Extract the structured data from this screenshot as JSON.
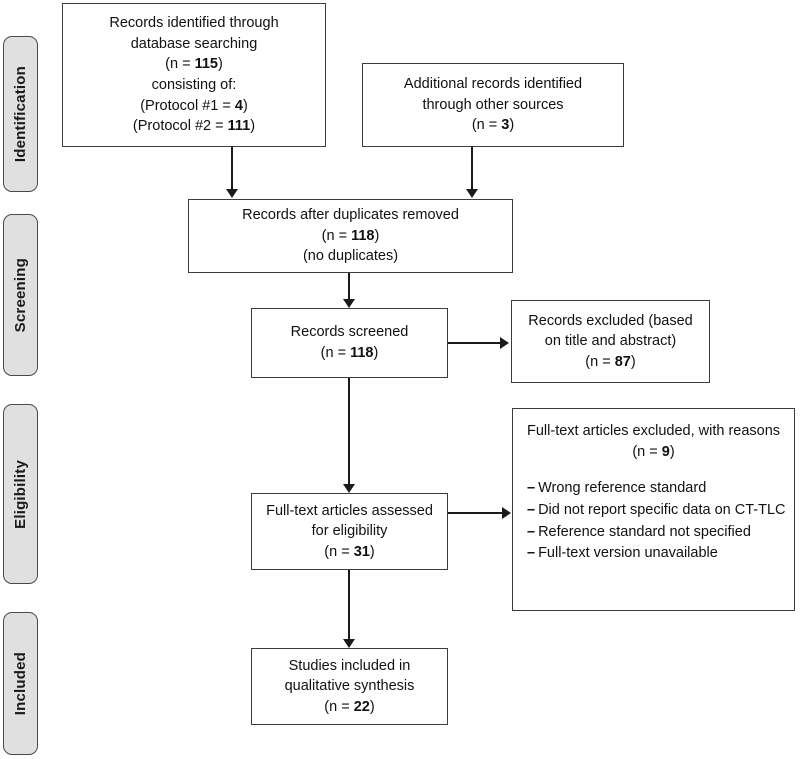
{
  "diagram": {
    "type": "prisma-flow-diagram",
    "stages": [
      {
        "id": "identification",
        "label": "Identification"
      },
      {
        "id": "screening",
        "label": "Screening"
      },
      {
        "id": "eligibility",
        "label": "Eligibility"
      },
      {
        "id": "included",
        "label": "Included"
      }
    ],
    "boxes": {
      "records_identified": {
        "lines": [
          "Records identified through",
          "database searching",
          "(n =  115)",
          "consisting of:",
          "(Protocol #1 =  4)",
          "(Protocol #2 =  111)"
        ],
        "count": 115,
        "protocol_1": 4,
        "protocol_2": 111
      },
      "additional_records": {
        "lines": [
          "Additional records identified",
          "through other sources",
          "(n =  3)"
        ],
        "count": 3
      },
      "duplicates_removed": {
        "lines": [
          "Records after duplicates removed",
          "(n =  118)",
          "(no duplicates)"
        ],
        "count": 118
      },
      "records_screened": {
        "lines": [
          "Records screened",
          "(n =  118)"
        ],
        "count": 118
      },
      "records_excluded": {
        "lines": [
          "Records excluded (based",
          "on title and abstract)",
          "(n =  87)"
        ],
        "count": 87
      },
      "fulltext_assessed": {
        "lines": [
          "Full-text articles assessed",
          "for eligibility",
          "(n =  31)"
        ],
        "count": 31
      },
      "fulltext_excluded": {
        "lines": [
          "Full-text articles excluded, with reasons",
          "(n =  9)"
        ],
        "count": 9,
        "reasons": [
          "Wrong reference standard",
          "Did not report specific data on CT-TLC",
          "Reference standard not specified",
          "Full-text version unavailable"
        ],
        "reason_bullet": "–"
      },
      "studies_included": {
        "lines": [
          "Studies included in",
          "qualitative synthesis",
          "(n =  22)"
        ],
        "count": 22
      }
    },
    "colors": {
      "stage_tab_fill": "#e0e0e0",
      "stage_tab_border": "#4a4a4a",
      "box_border": "#3c3c3c",
      "connector": "#1a1a1a",
      "text": "#111111",
      "background": "#ffffff"
    }
  }
}
